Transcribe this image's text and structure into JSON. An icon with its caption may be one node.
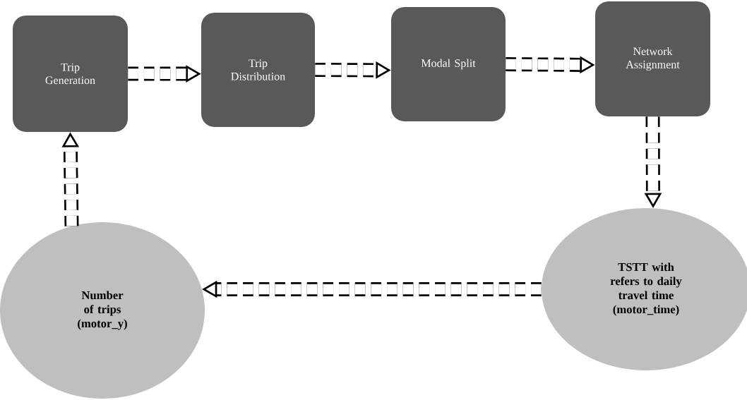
{
  "diagram": {
    "nodes": [
      {
        "text": [
          "Trip Generation"
        ]
      },
      {
        "text": [
          "Trip Distribution"
        ]
      },
      {
        "text": [
          "Modal Split"
        ]
      },
      {
        "text": [
          "Network Assignment"
        ]
      },
      {
        "text": [
          "TSTT with refers to daily travel time (motor_time)"
        ]
      },
      {
        "text": [
          "Number of trips (motor_y)"
        ]
      }
    ],
    "edges": [
      {
        "from": 0,
        "to": 1,
        "arrow": "to",
        "style": "dashed"
      },
      {
        "from": 1,
        "to": 2,
        "arrow": "to",
        "style": "dashed"
      },
      {
        "from": 2,
        "to": 3,
        "arrow": "to",
        "style": "dashed"
      },
      {
        "from": 3,
        "to": 4,
        "arrow": "to",
        "style": "dashed"
      },
      {
        "from": 4,
        "to": 5,
        "arrow": "to",
        "style": "dashed"
      },
      {
        "from": 5,
        "to": 0,
        "arrow": "to",
        "style": "dashed"
      }
    ]
  }
}
